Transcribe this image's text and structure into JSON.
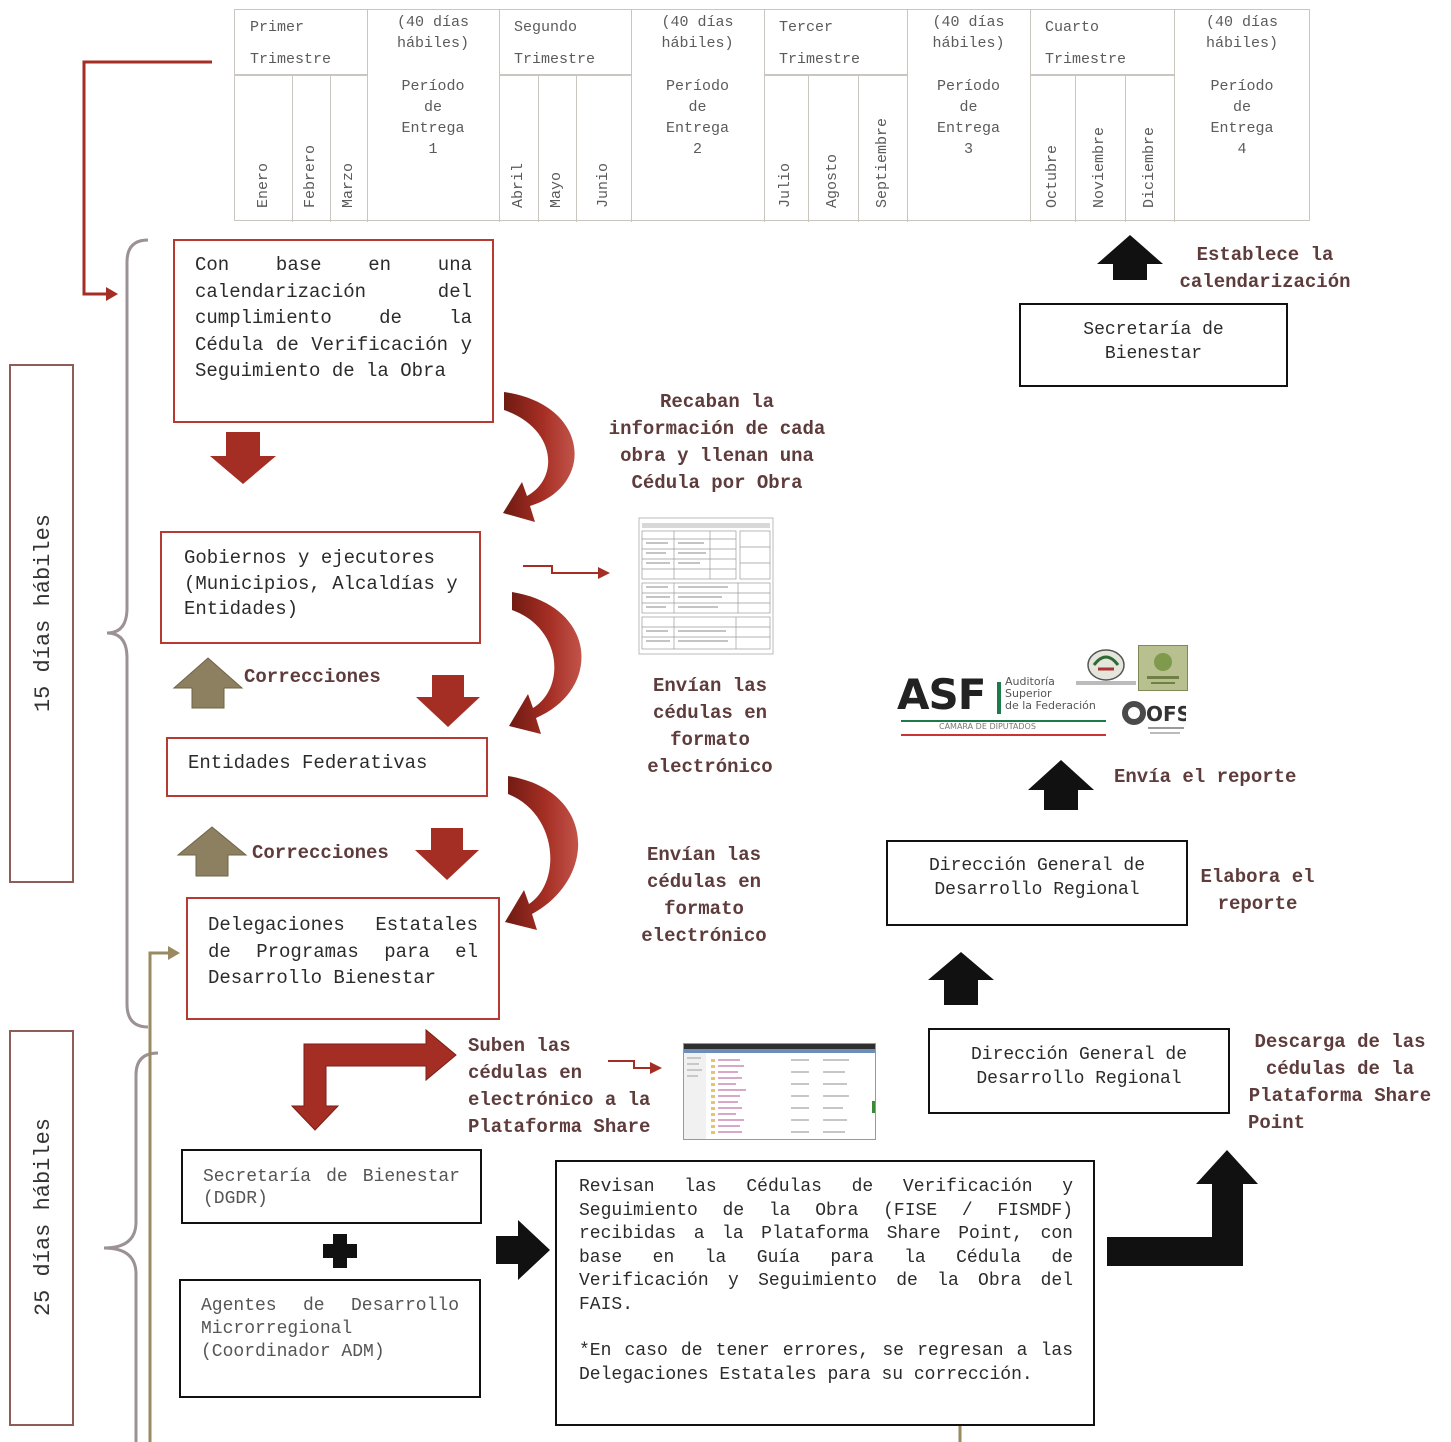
{
  "calendar": {
    "quarters": [
      {
        "name": "Primer\nTrimestre",
        "months": [
          "Enero",
          "Febrero",
          "Marzo"
        ],
        "delivery_days": "(40 días\nhábiles)",
        "delivery": "Período\nde\nEntrega\n1"
      },
      {
        "name": "Segundo\nTrimestre",
        "months": [
          "Abril",
          "Mayo",
          "Junio"
        ],
        "delivery_days": "(40 días\nhábiles)",
        "delivery": "Período\nde\nEntrega\n2"
      },
      {
        "name": "Tercer\nTrimestre",
        "months": [
          "Julio",
          "Agosto",
          "Septiembre"
        ],
        "delivery_days": "(40 días\nhábiles)",
        "delivery": "Período\nde\nEntrega\n3"
      },
      {
        "name": "Cuarto\nTrimestre",
        "months": [
          "Octubre",
          "Noviembre",
          "Diciembre"
        ],
        "delivery_days": "(40 días\nhábiles)",
        "delivery": "Período\nde\nEntrega\n4"
      }
    ]
  },
  "side": {
    "top_label": "15 días hábiles",
    "bottom_label": "25 días hábiles"
  },
  "boxes": {
    "calendarizacion": "Con base en una calendarización del cumplimiento de la Cédula de Verificación y Seguimiento de la Obra",
    "gobiernos": "Gobiernos y ejecutores (Municipios, Alcaldías y Entidades)",
    "entidades": "Entidades Federativas",
    "delegaciones": "Delegaciones Estatales de Programas para el Desarrollo Bienestar",
    "secretaria_dgdr": "Secretaría de Bienestar (DGDR)",
    "agentes": "Agentes de Desarrollo Microrregional (Coordinador ADM)",
    "revisan": "Revisan las Cédulas de Verificación y Seguimiento de la Obra (FISE / FISMDF) recibidas a la Plataforma Share Point, con base en la Guía para la Cédula de Verificación y Seguimiento de la Obra del FAIS.",
    "revisan_note": "*En caso de tener errores, se regresan a las Delegaciones Estatales para su corrección.",
    "secretaria_bienestar": "Secretaría de\nBienestar",
    "dgdr_elabora": "Dirección General de\nDesarrollo Regional",
    "dgdr_descarga": "Dirección General de\nDesarrollo Regional"
  },
  "labels": {
    "establece": "Establece la\ncalendarización",
    "recaban": "Recaban la\ninformación de cada\nobra y llenan una\nCédula por Obra",
    "envian_1": "Envían las\ncédulas en\nformato\nelectrónico",
    "envian_2": "Envían las\ncédulas en\nformato\nelectrónico",
    "correcciones_1": "Correcciones",
    "correcciones_2": "Correcciones",
    "suben": "Suben las\ncédulas en\nelectrónico a la\nPlataforma Share",
    "envia_reporte": "Envía el reporte",
    "elabora": "Elabora el\nreporte",
    "descarga": "Descarga de las cédulas de la Plataforma Share Point"
  },
  "logo": {
    "asf_main": "ASF",
    "asf_line1": "Auditoría",
    "asf_line2": "Superior",
    "asf_line3": "de la Federación",
    "asf_sub": "CÁMARA DE DIPUTADOS",
    "ofs": "OFS"
  },
  "colors": {
    "dark_red": "#a52e24",
    "box_red": "#b53b32",
    "khaki": "#8c8060",
    "brace": "#9b9196",
    "black": "#111111"
  }
}
